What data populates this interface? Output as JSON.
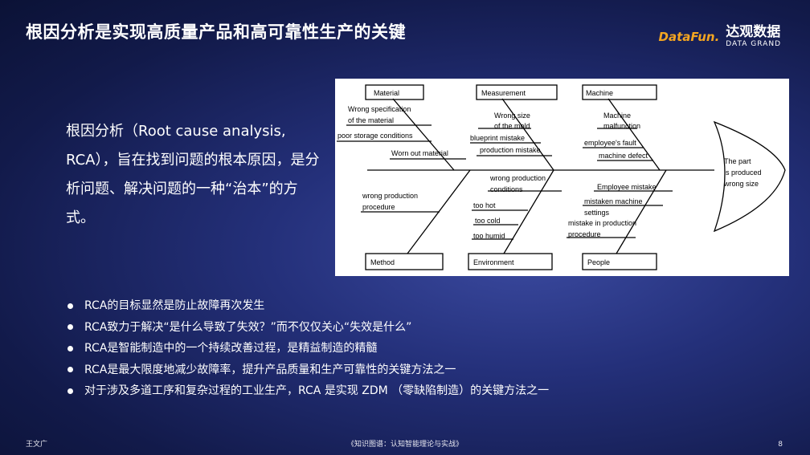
{
  "title": "根因分析是实现高质量产品和高可靠性生产的关键",
  "logo": {
    "brand": "DataFun.",
    "cn": "达观数据",
    "en": "DATA GRAND"
  },
  "intro": "根因分析（Root cause analysis, RCA），旨在找到问题的根本原因，是分析问题、解决问题的一种“治本”的方式。",
  "diagram": {
    "categories": {
      "material": "Material",
      "measurement": "Measurement",
      "machine": "Machine",
      "method": "Method",
      "environment": "Environment",
      "people": "People"
    },
    "causes": {
      "wrong_spec_1": "Wrong specification",
      "wrong_spec_2": "of the material",
      "poor_storage": "poor storage conditions",
      "worn_out": "Worn out material",
      "wrong_size_1": "Wrong size",
      "wrong_size_2": "of the mold",
      "blueprint": "blueprint mistake",
      "production_mistake": "production mistake",
      "machine_malf_1": "Machine",
      "machine_malf_2": "malfunction",
      "employee_fault": "employee's fault",
      "machine_defect": "machine defect",
      "wrong_proc_1": "wrong production",
      "wrong_proc_2": "procedure",
      "wrong_cond_1": "wrong production",
      "wrong_cond_2": "conditions",
      "too_hot": "too hot",
      "too_cold": "too cold",
      "too_humid": "too humid",
      "employee_mistake": "Employee  mistake",
      "mistaken_machine_1": "mistaken machine",
      "mistaken_machine_2": "settings",
      "mistake_proc_1": "mistake in production",
      "mistake_proc_2": "procedure"
    },
    "effect": {
      "line1": "The part",
      "line2": "is produced",
      "line3": "wrong size"
    }
  },
  "bullets": [
    "RCA的目标显然是防止故障再次发生",
    "RCA致力于解决“是什么导致了失效？”而不仅仅关心“失效是什么”",
    "RCA是智能制造中的一个持续改善过程，是精益制造的精髓",
    "RCA是最大限度地减少故障率，提升产品质量和生产可靠性的关键方法之一",
    "对于涉及多道工序和复杂过程的工业生产，RCA 是实现 ZDM （零缺陷制造）的关键方法之一"
  ],
  "footer": {
    "author": "王文广",
    "book": "《知识图谱：认知智能理论与实战》",
    "page": "8"
  }
}
